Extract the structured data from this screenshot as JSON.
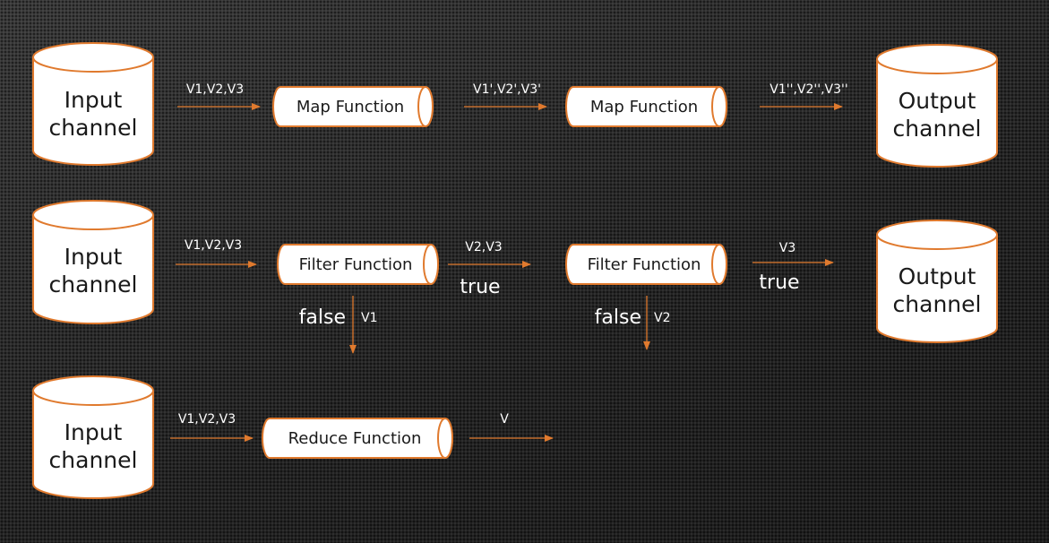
{
  "row1": {
    "input_line1": "Input",
    "input_line2": "channel",
    "arrow1_label": "V1,V2,V3",
    "func1": "Map Function",
    "arrow2_label": "V1',V2',V3'",
    "func2": "Map Function",
    "arrow3_label": "V1'',V2'',V3''",
    "output_line1": "Output",
    "output_line2": "channel"
  },
  "row2": {
    "input_line1": "Input",
    "input_line2": "channel",
    "arrow1_label": "V1,V2,V3",
    "func1": "Filter Function",
    "arrow2_label": "V2,V3",
    "arrow2_cond": "true",
    "down1_cond": "false",
    "down1_label": "V1",
    "func2": "Filter Function",
    "arrow3_label": "V3",
    "arrow3_cond": "true",
    "down2_cond": "false",
    "down2_label": "V2",
    "output_line1": "Output",
    "output_line2": "channel"
  },
  "row3": {
    "input_line1": "Input",
    "input_line2": "channel",
    "arrow1_label": "V1,V2,V3",
    "func1": "Reduce Function",
    "arrow2_label": "V"
  }
}
